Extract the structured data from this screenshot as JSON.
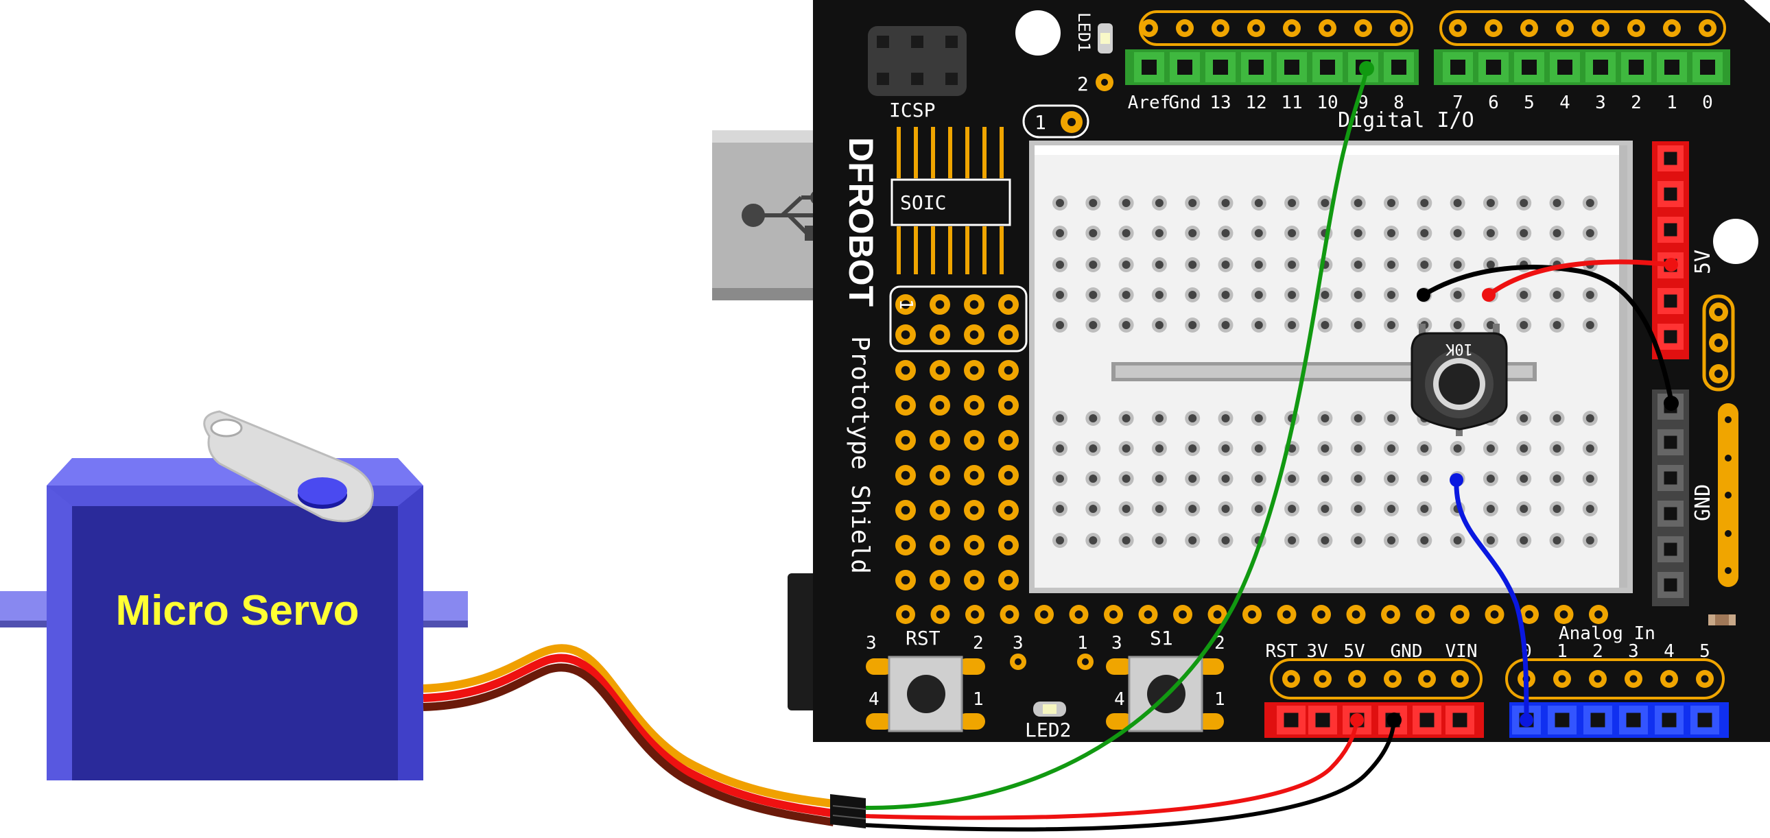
{
  "servo": {
    "label": "Micro Servo"
  },
  "board": {
    "brand": "DFROBOT",
    "name": "Prototype Shield",
    "icsp": "ICSP",
    "soic": "SOIC",
    "led1": "LED1",
    "led1_num": "2",
    "header1_num": "1",
    "soic_pin1": "1",
    "digital_title": "Digital I/O",
    "digital_pins": [
      "Aref",
      "Gnd",
      "13",
      "12",
      "11",
      "10",
      "9",
      "8",
      "7",
      "6",
      "5",
      "4",
      "3",
      "2",
      "1",
      "0"
    ],
    "power_pins": [
      "RST",
      "3V",
      "5V",
      "GND",
      "VIN"
    ],
    "analog_title": "Analog In",
    "analog_pins": [
      "0",
      "1",
      "2",
      "3",
      "4",
      "5"
    ],
    "label_5v": "5V",
    "label_gnd": "GND",
    "pot_label": "10K",
    "rst_button": {
      "label": "RST",
      "pins": [
        "3",
        "2",
        "4",
        "1"
      ]
    },
    "s1_button": {
      "label": "S1",
      "pins": [
        "3",
        "2",
        "4",
        "1"
      ]
    },
    "between_pins": [
      "3",
      "1"
    ],
    "led2": "LED2"
  },
  "colors": {
    "board": "#111111",
    "pad": "#f0a500",
    "green_header": "#2e9b2e",
    "red_header": "#e01010",
    "blue_header": "#1030f0",
    "wire_green": "#119911",
    "wire_red": "#ee1111",
    "wire_black": "#000000",
    "wire_blue": "#0a18e0",
    "servo": "#2a2a9a",
    "servo_light": "#7070f0",
    "servo_label": "#ffff33"
  }
}
